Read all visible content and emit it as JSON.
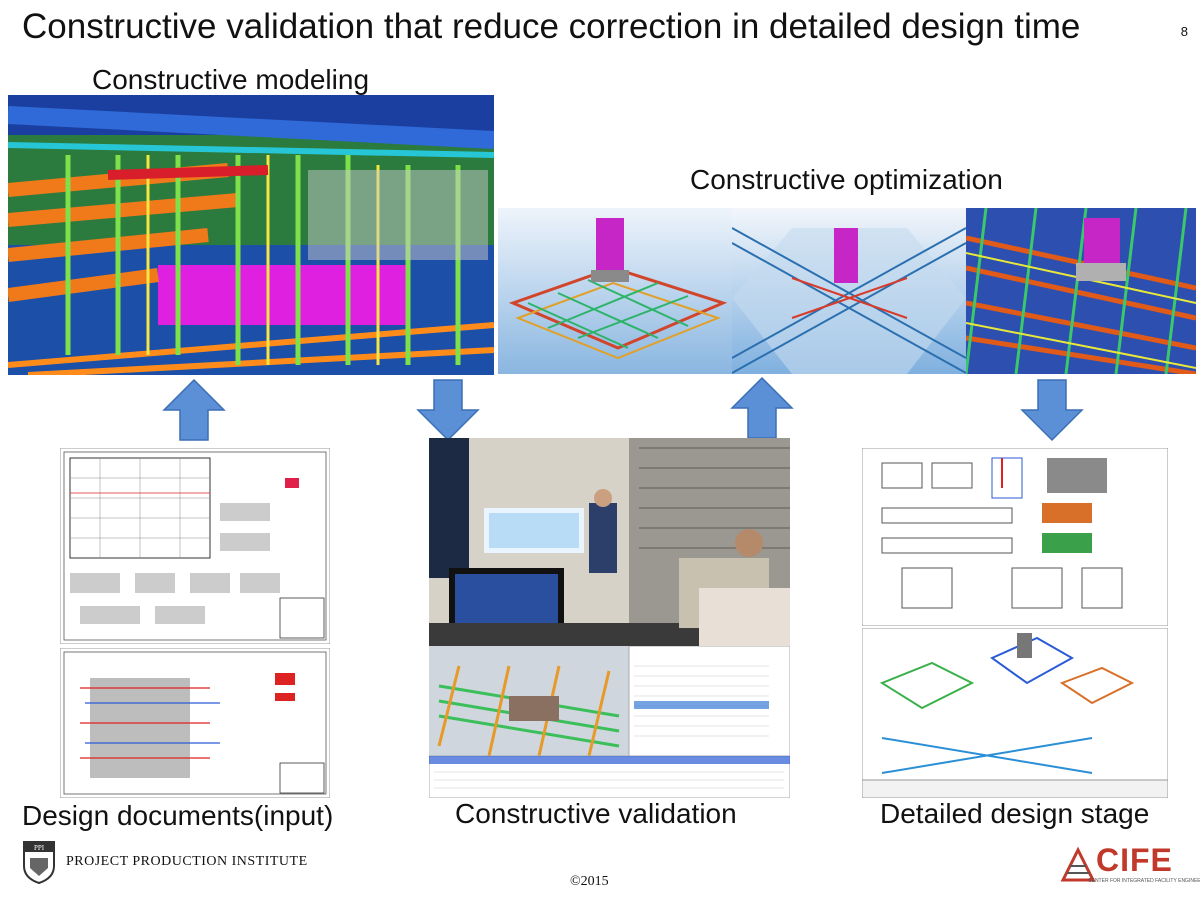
{
  "slide": {
    "title": "Constructive validation that reduce correction in detailed design time",
    "page_number": "8"
  },
  "labels": {
    "modeling": "Constructive modeling",
    "optimization": "Constructive optimization",
    "documents": "Design documents(input)",
    "validation": "Constructive validation",
    "detailed": "Detailed design stage"
  },
  "footer": {
    "ppi_name": "PROJECT PRODUCTION INSTITUTE",
    "ppi_badge": "PPI",
    "copyright": "©2015",
    "cife_name": "CIFE",
    "cife_sub": "CENTER FOR INTEGRATED FACILITY ENGINEERING"
  },
  "colors": {
    "arrow_fill": "#5b8fd6",
    "arrow_stroke": "#3b6fb6",
    "cife_red": "#c0392b"
  }
}
